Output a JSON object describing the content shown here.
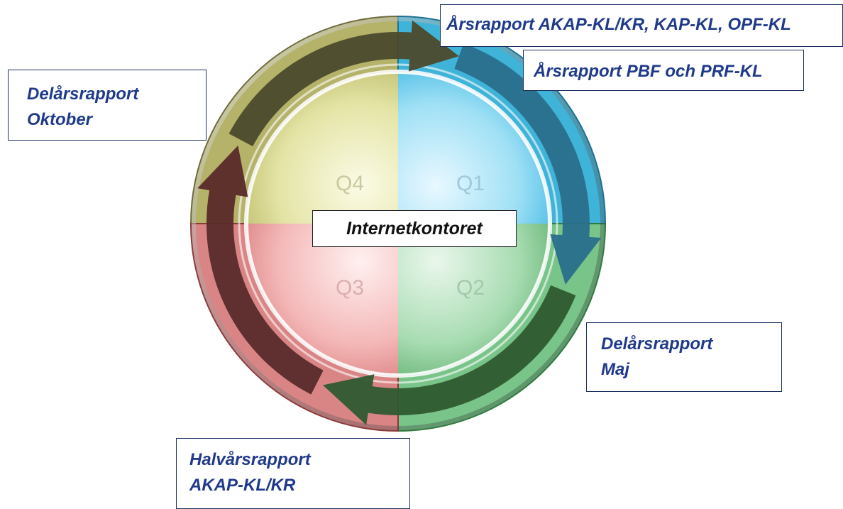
{
  "center": {
    "label": "Internetkontoret"
  },
  "quarters": [
    {
      "id": "q1",
      "label": "Q1",
      "color": "#4fc1e9"
    },
    {
      "id": "q2",
      "label": "Q2",
      "color": "#7fcf8f"
    },
    {
      "id": "q3",
      "label": "Q3",
      "color": "#ef9a9a"
    },
    {
      "id": "q4",
      "label": "Q4",
      "color": "#d9d98a"
    }
  ],
  "callouts": {
    "arsrapport_akap": {
      "lines": [
        "Årsrapport AKAP-KL/KR, KAP-KL, OPF-KL"
      ]
    },
    "arsrapport_pbf": {
      "lines": [
        "Årsrapport PBF och PRF-KL"
      ]
    },
    "delarsrapport_oktober": {
      "lines": [
        "Delårsrapport",
        "Oktober"
      ]
    },
    "delarsrapport_maj": {
      "lines": [
        "Delårsrapport",
        "Maj"
      ]
    },
    "halvarsrapport": {
      "lines": [
        "Halvårsrapport",
        "AKAP-KL/KR"
      ]
    }
  },
  "colors": {
    "callout_text": "#1f3a8a",
    "callout_border": "#1c2f63",
    "arrow_q1": "#2a6f8c",
    "arrow_q2": "#2f5a30",
    "arrow_q3": "#5a2a2a",
    "arrow_q4": "#4a4a2a"
  }
}
